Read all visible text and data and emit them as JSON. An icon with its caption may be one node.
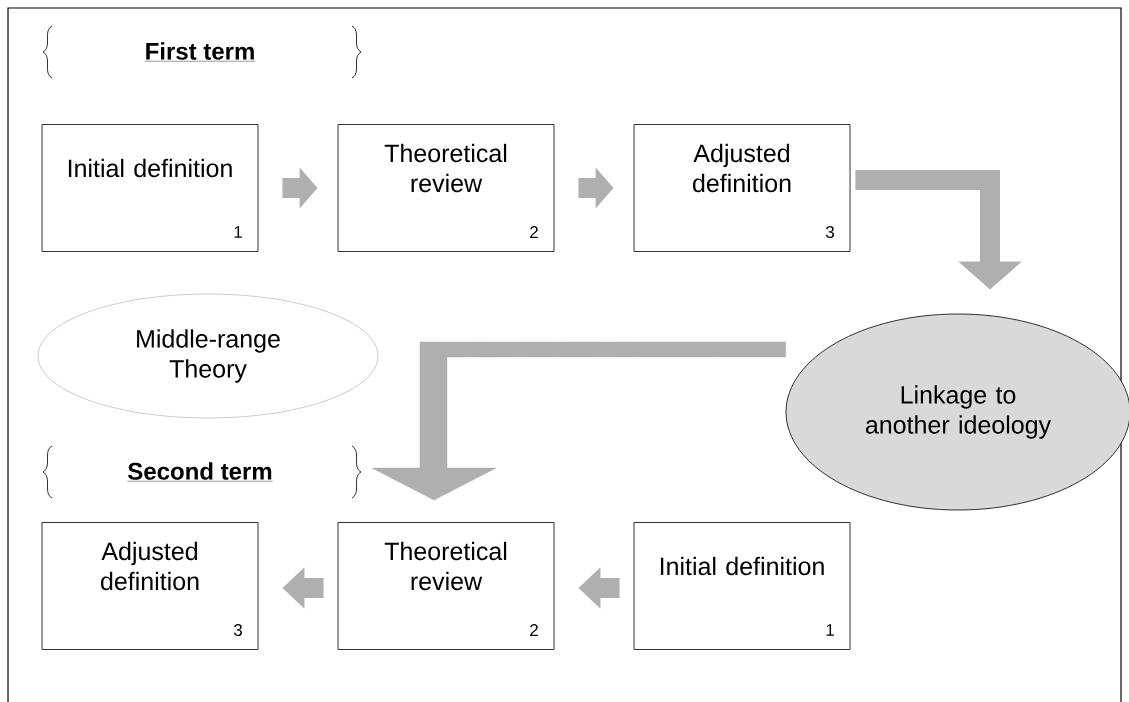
{
  "diagram": {
    "nodes": [
      {
        "text": [
          "Initial definition",
          "1"
        ]
      },
      {
        "text": [
          "Theoretical review",
          "2"
        ]
      },
      {
        "text": [
          "Adjusted definition",
          "3"
        ]
      },
      {
        "text": [
          "Middle-range Theory"
        ]
      },
      {
        "text": [
          "Linkage to another ideology"
        ]
      },
      {
        "text": [
          "Adjusted definition",
          "3"
        ]
      },
      {
        "text": [
          "Theoretical review",
          "2"
        ]
      },
      {
        "text": [
          "Initial definition",
          "1"
        ]
      }
    ],
    "edges": [
      {
        "from": 0,
        "to": 1,
        "arrow": "to"
      },
      {
        "from": 1,
        "to": 2,
        "arrow": "to"
      },
      {
        "from": 2,
        "to": 4,
        "arrow": "to"
      },
      {
        "from": 4,
        "to": 6,
        "arrow": "to"
      },
      {
        "from": 7,
        "to": 6,
        "arrow": "to"
      },
      {
        "from": 6,
        "to": 5,
        "arrow": "to"
      }
    ],
    "labels": [
      "First term",
      "Second term"
    ]
  }
}
